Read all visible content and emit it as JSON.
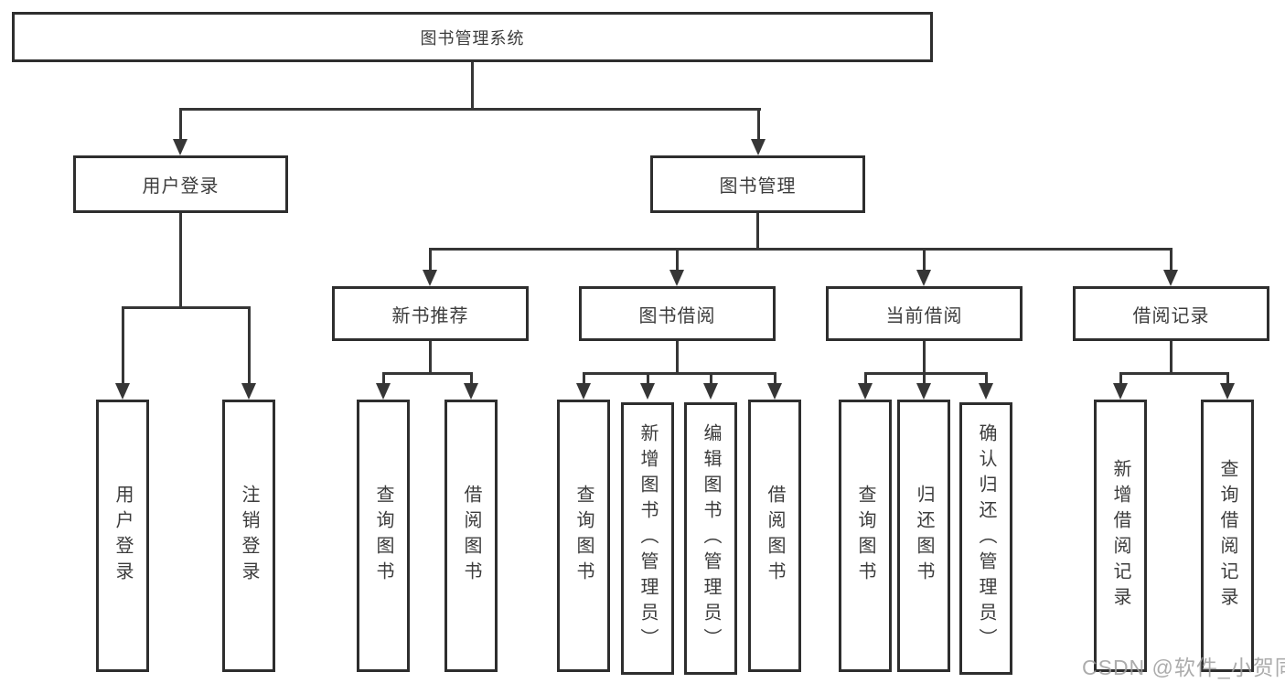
{
  "tree": {
    "root": {
      "label": "图书管理系统",
      "children": [
        {
          "label": "用户登录",
          "children": [
            {
              "label": "用户登录"
            },
            {
              "label": "注销登录"
            }
          ]
        },
        {
          "label": "图书管理",
          "children": [
            {
              "label": "新书推荐",
              "children": [
                {
                  "label": "查询图书"
                },
                {
                  "label": "借阅图书"
                }
              ]
            },
            {
              "label": "图书借阅",
              "children": [
                {
                  "label": "查询图书"
                },
                {
                  "label": "新增图书（管理员）"
                },
                {
                  "label": "编辑图书（管理员）"
                },
                {
                  "label": "借阅图书"
                }
              ]
            },
            {
              "label": "当前借阅",
              "children": [
                {
                  "label": "查询图书"
                },
                {
                  "label": "归还图书"
                },
                {
                  "label": "确认归还（管理员）"
                }
              ]
            },
            {
              "label": "借阅记录",
              "children": [
                {
                  "label": "新增借阅记录"
                },
                {
                  "label": "查询借阅记录"
                }
              ]
            }
          ]
        }
      ]
    }
  },
  "watermark": {
    "text": "CSDN @软件_小贺同学"
  },
  "colors": {
    "background": "#ffffff",
    "box_border": "#2e2e2e",
    "connector_line": "#363636",
    "text": "#3c3c3c",
    "watermark": "#9e9e9e"
  }
}
